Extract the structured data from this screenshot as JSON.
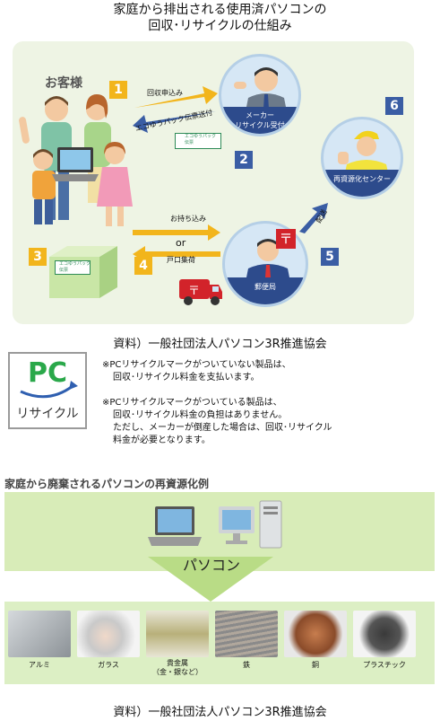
{
  "title": {
    "line1": "家庭から排出される使用済パソコンの",
    "line2": "回収･リサイクルの仕組み"
  },
  "diagram": {
    "customer_label": "お客様",
    "steps": {
      "s1": "1",
      "s2": "2",
      "s3": "3",
      "s4": "4",
      "s5": "5",
      "s6": "6"
    },
    "arrows": {
      "apply": "回収申込み",
      "slip_sent": "エコゆうパック伝票送付",
      "bring": "お持ち込み",
      "or": "or",
      "pickup": "戸口集荷",
      "delivery": "配送"
    },
    "slip_card": "エコゆうパック\n伝票",
    "box_label": "エコゆうパック\n伝票",
    "maker_label": "メーカー\nリサイクル受付",
    "post_label": "郵便局",
    "post_mark": "〒",
    "recycle_center_label": "再資源化センター",
    "icons": [
      "customers-icon",
      "laptop-icon",
      "maker-person-icon",
      "post-office-person-icon",
      "recycle-center-person-icon",
      "box-icon",
      "mail-truck-icon"
    ]
  },
  "source_text": "資料）一般社団法人パソコン3R推進協会",
  "pc_mark": {
    "top": "PC",
    "bottom": "リサイクル"
  },
  "notes": {
    "n1_line1": "※PCリサイクルマークがついていない製品は、",
    "n1_line2": "回収･リサイクル料金を支払います。",
    "n2_line1": "※PCリサイクルマークがついている製品は、",
    "n2_line2": "回収･リサイクル料金の負担はありません。",
    "n2_line3": "ただし、メーカーが倒産した場合は、回収･リサイクル",
    "n2_line4": "料金が必要となります。"
  },
  "recycling_section": {
    "title": "家庭から廃棄されるパソコンの再資源化例",
    "pc_label": "パソコン",
    "materials": [
      "アルミ",
      "ガラス",
      "貴金属\n（金・銀など）",
      "鉄",
      "銅",
      "プラスチック"
    ],
    "colors": {
      "band_green": "#d8ecb8",
      "arrow_green": "#b9dc86",
      "dark_blue": "#2d4b8c",
      "step_orange": "#f2b51c"
    }
  },
  "source_text_bottom": "資料）一般社団法人パソコン3R推進協会"
}
